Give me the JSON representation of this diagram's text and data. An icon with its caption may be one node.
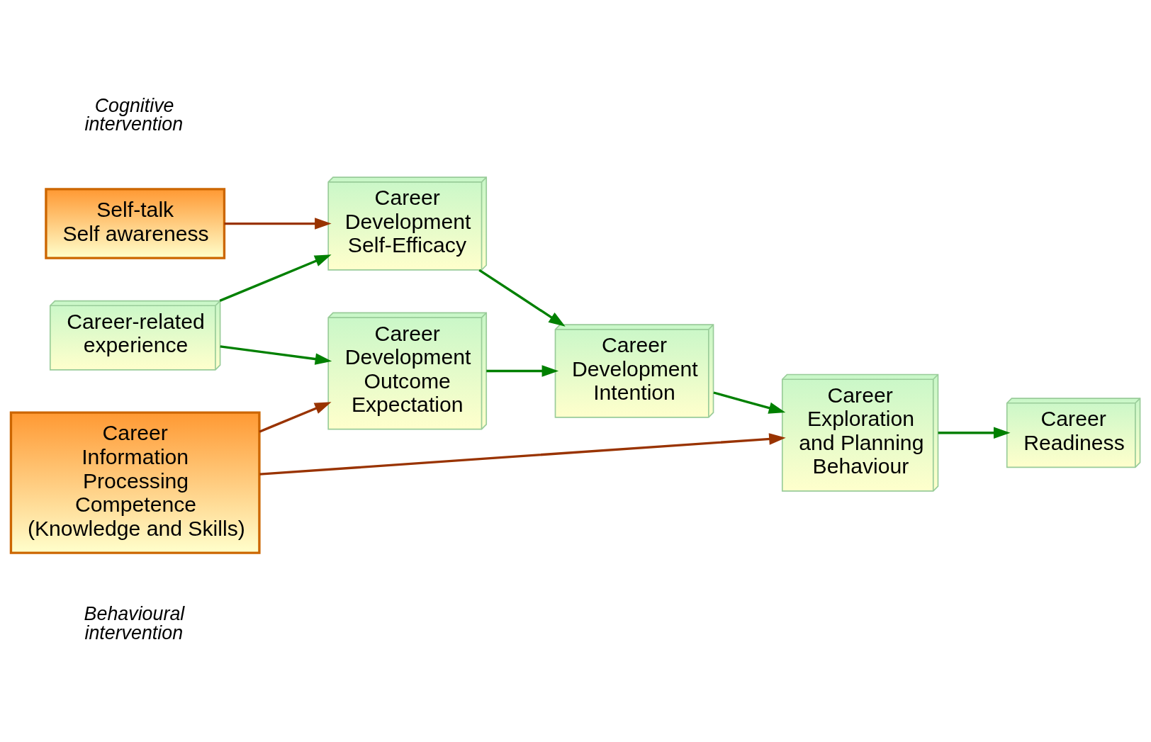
{
  "diagram": {
    "nodes": [
      {
        "text": [
          "Self-talk",
          "Self awareness"
        ],
        "beside": [
          "Cognitive intervention"
        ]
      },
      {
        "text": [
          "Career Development Self-Efficacy"
        ]
      },
      {
        "text": [
          "Career-related experience"
        ]
      },
      {
        "text": [
          "Career Development Intention"
        ]
      },
      {
        "text": [
          "Career Exploration and Planning Behaviour"
        ]
      },
      {
        "text": [
          "Career Readiness"
        ]
      },
      {
        "text": [
          "Career Development Outcome Expectation"
        ]
      },
      {
        "text": [
          "Career Information Processing Competence (Knowledge and Skills)"
        ],
        "beside": [
          "Behavioural intervention"
        ]
      }
    ],
    "edges": [
      {
        "from": 0,
        "to": 1,
        "arrow": "to",
        "color": "#993300"
      },
      {
        "from": 2,
        "to": 1,
        "arrow": "to"
      },
      {
        "from": 1,
        "to": 3,
        "arrow": "to"
      },
      {
        "from": 2,
        "to": 6,
        "arrow": "to"
      },
      {
        "from": 6,
        "to": 3,
        "arrow": "to"
      },
      {
        "from": 3,
        "to": 4,
        "arrow": "to"
      },
      {
        "from": 4,
        "to": 5,
        "arrow": "to"
      },
      {
        "from": 7,
        "to": 6,
        "arrow": "to",
        "color": "#993300"
      },
      {
        "from": 7,
        "to": 4,
        "arrow": "to",
        "color": "#993300"
      }
    ]
  }
}
